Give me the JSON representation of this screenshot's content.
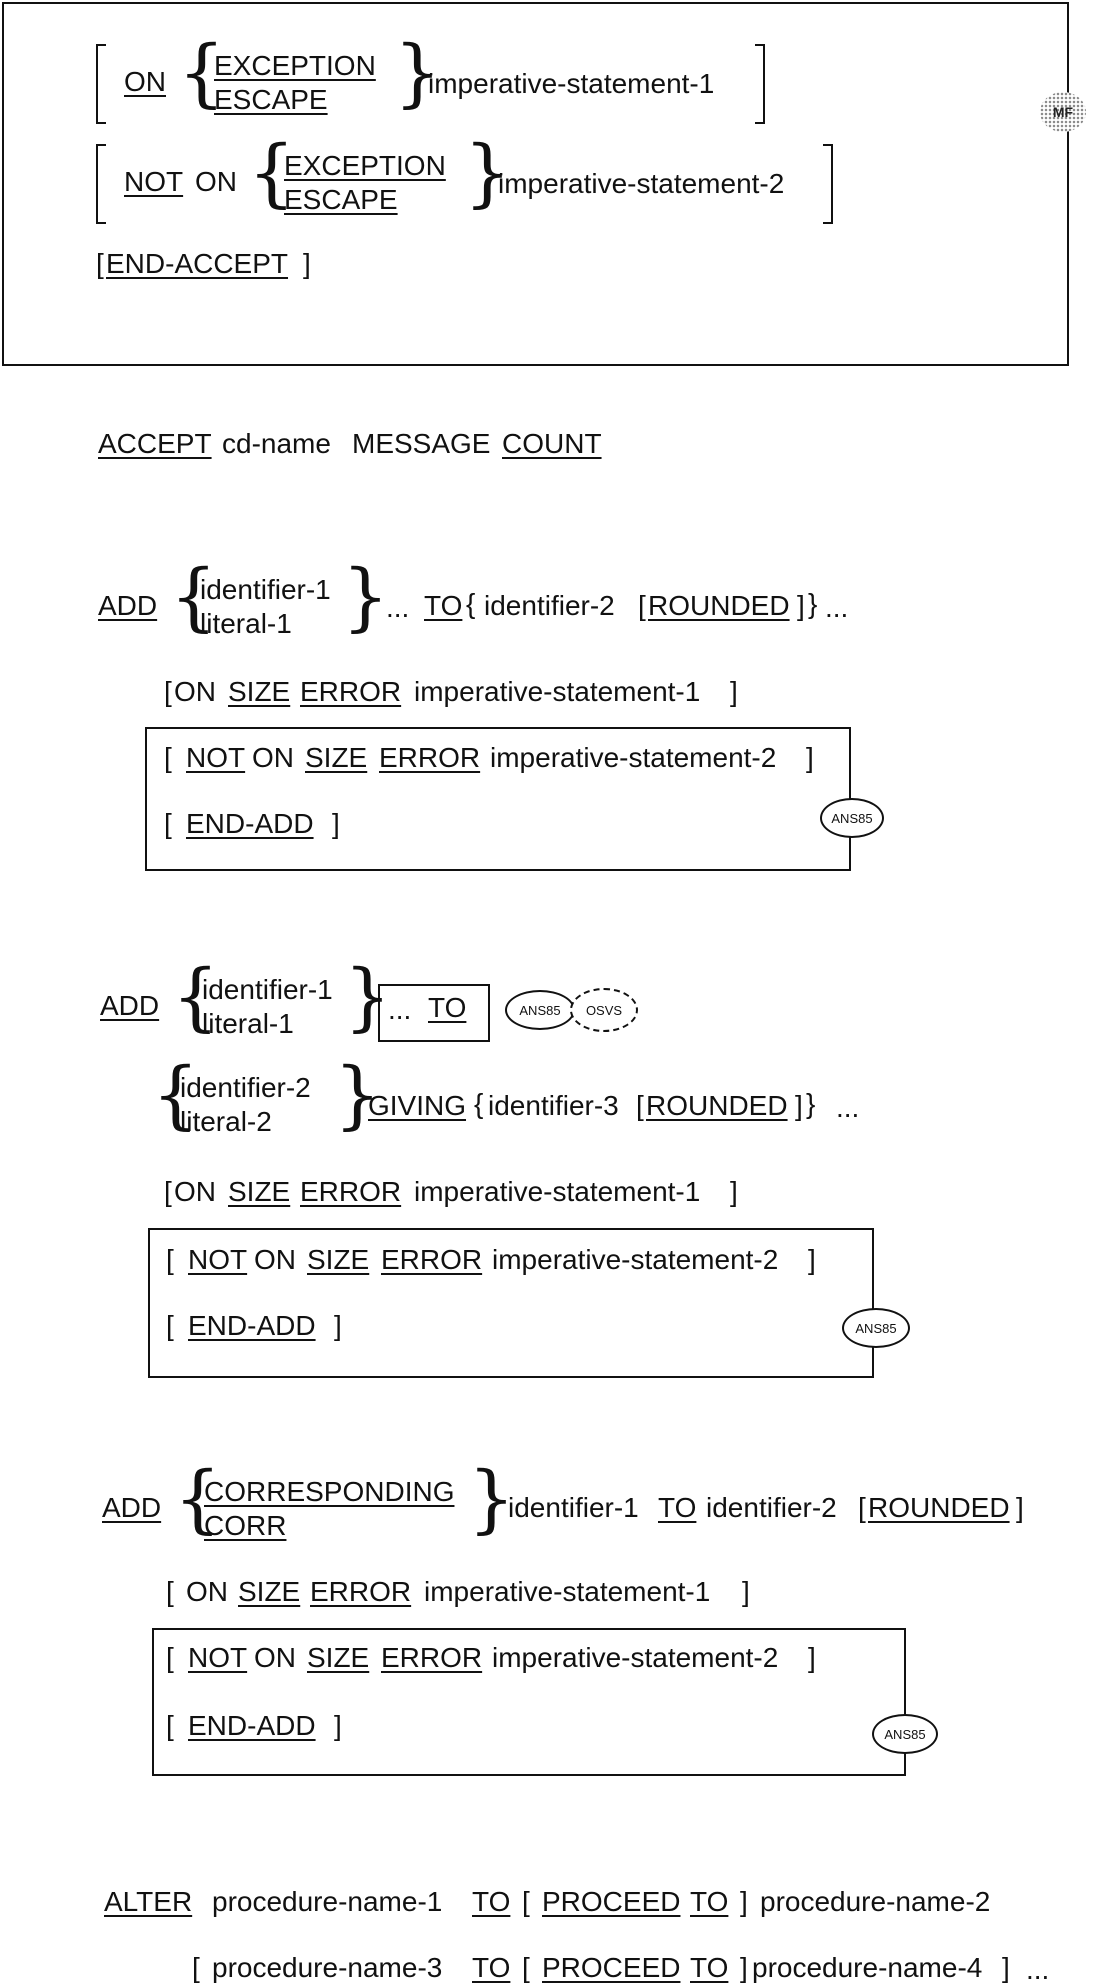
{
  "accept_block": {
    "on": "ON",
    "not": "NOT",
    "on2": "ON",
    "exception": "EXCEPTION",
    "escape": "ESCAPE",
    "imp1": "imperative-statement-1",
    "imp2": "imperative-statement-2",
    "end_accept": "END-ACCEPT",
    "mf_badge": "MF"
  },
  "accept_msg": {
    "accept": "ACCEPT",
    "cd_name": "cd-name",
    "message": "MESSAGE",
    "count": "COUNT"
  },
  "add1": {
    "add": "ADD",
    "identifier1": "identifier-1",
    "literal1": "literal-1",
    "ellipsis": "...",
    "to": "TO",
    "identifier2": "identifier-2",
    "rounded": "ROUNDED",
    "on_size_error": "ON",
    "size": "SIZE",
    "error": "ERROR",
    "imp1": "imperative-statement-1",
    "not": "NOT",
    "on": "ON",
    "imp2": "imperative-statement-2",
    "end_add": "END-ADD",
    "badge": "ANS85"
  },
  "add2": {
    "add": "ADD",
    "identifier1": "identifier-1",
    "literal1": "literal-1",
    "ellipsis": "...",
    "to": "TO",
    "badge_ans": "ANS85",
    "badge_osvs": "OSVS",
    "identifier2": "identifier-2",
    "literal2": "literal-2",
    "giving": "GIVING",
    "identifier3": "identifier-3",
    "rounded": "ROUNDED",
    "on": "ON",
    "size": "SIZE",
    "error": "ERROR",
    "imp1": "imperative-statement-1",
    "not": "NOT",
    "imp2": "imperative-statement-2",
    "end_add": "END-ADD",
    "badge": "ANS85"
  },
  "add3": {
    "add": "ADD",
    "corresponding": "CORRESPONDING",
    "corr": "CORR",
    "identifier1": "identifier-1",
    "to": "TO",
    "identifier2": "identifier-2",
    "rounded": "ROUNDED",
    "on": "ON",
    "size": "SIZE",
    "error": "ERROR",
    "imp1": "imperative-statement-1",
    "not": "NOT",
    "imp2": "imperative-statement-2",
    "end_add": "END-ADD",
    "badge": "ANS85"
  },
  "alter": {
    "alter": "ALTER",
    "pn1": "procedure-name-1",
    "to": "TO",
    "proceed": "PROCEED",
    "pn2": "procedure-name-2",
    "pn3": "procedure-name-3",
    "pn4": "procedure-name-4",
    "ellipsis": "..."
  }
}
